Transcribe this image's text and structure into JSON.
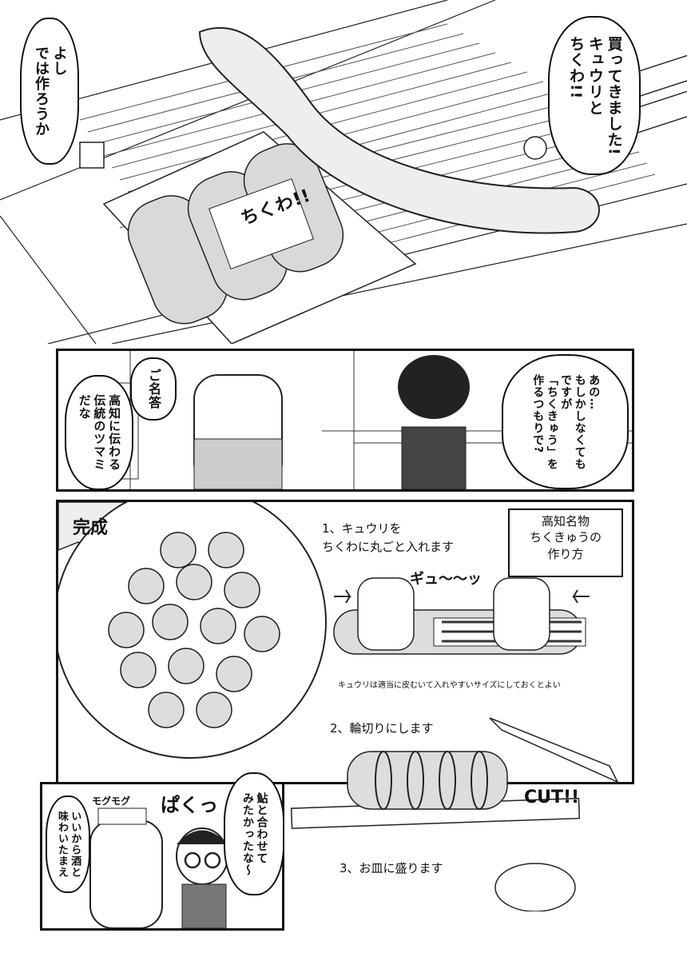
{
  "panel1": {
    "bubble_left": "よし\nでは作ろうか",
    "bubble_right": "買ってきました!\nキュウリと\nちくわ!!",
    "label_tag": "ちくわ!!"
  },
  "panel2": {
    "bubble_left1": "ご名答",
    "bubble_left2": "高知に伝わる\n伝統のツマミ\nだな",
    "bubble_right": "あの…\nもしかしなくても\nですが\n「ちくきゅう」を\n作るつもりで?"
  },
  "panel3": {
    "kansei": "完成",
    "recipe_title": "高知名物\nちくきゅうの\n作り方",
    "step1": "1、キュウリを\nちくわに丸ごと入れます",
    "sfx_gyu": "ギュ〜〜ッ",
    "note": "キュウリは適当に皮むいて入れやすいサイズにしておくとよい",
    "step2": "2、輪切りにします",
    "sfx_cut": "CUT!!",
    "step3": "3、お皿に盛ります"
  },
  "panel4": {
    "sfx_mogu": "モグモグ",
    "sfx_paku": "ぱくっ",
    "bubble_left": "いいから酒と\n味わいたまえ",
    "bubble_right": "鮎と合わせて\nみたかったな〜"
  }
}
